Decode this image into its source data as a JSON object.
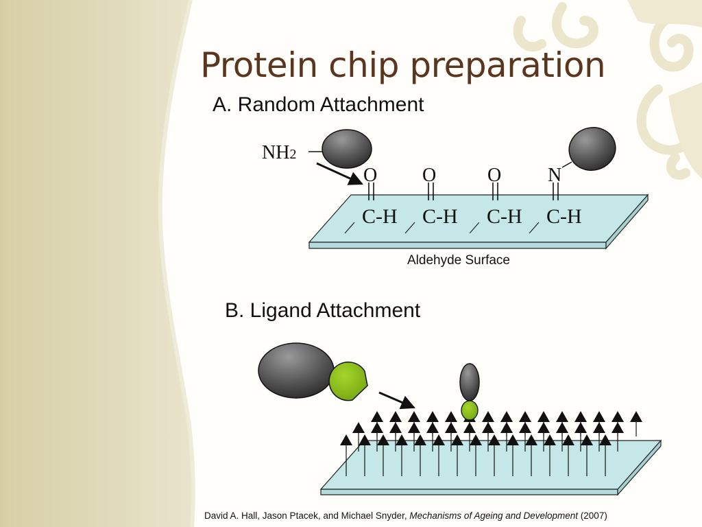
{
  "slide": {
    "title": "Protein chip preparation",
    "colors": {
      "title": "#5a3520",
      "band": "#ddd7b4",
      "surface": "#c4e6e6",
      "ligand": "#8fc21a",
      "protein": "#555555"
    }
  },
  "panel_a": {
    "heading": "A. Random Attachment",
    "amine_label": "NH",
    "amine_subscript": "2",
    "bond_atoms": [
      "O",
      "O",
      "O",
      "N"
    ],
    "groups": [
      "C-H",
      "C-H",
      "C-H",
      "C-H"
    ],
    "surface_label": "Aldehyde Surface"
  },
  "panel_b": {
    "heading": "B. Ligand Attachment"
  },
  "citation": {
    "authors": "David A. Hall, Jason Ptacek, and Michael Snyder, ",
    "journal": "Mechanisms of Ageing and Development",
    "year": " (2007)"
  }
}
